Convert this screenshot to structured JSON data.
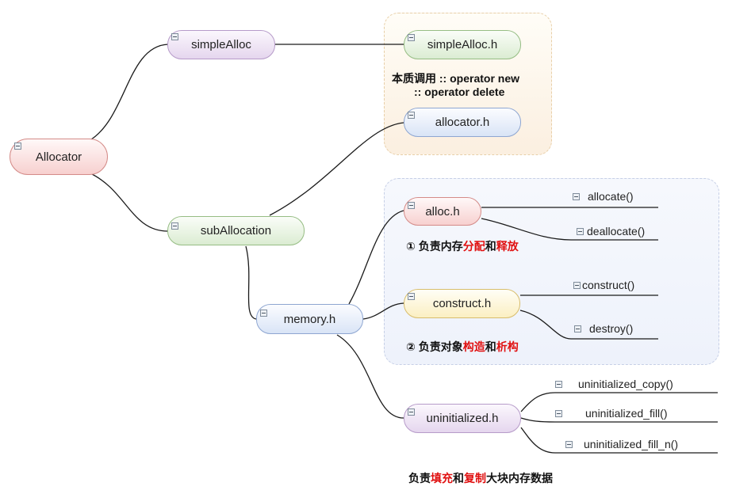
{
  "nodes": {
    "root": "Allocator",
    "simple_alloc": "simpleAlloc",
    "sub_allocation": "subAllocation",
    "simple_alloc_h": "simpleAlloc.h",
    "allocator_h": "allocator.h",
    "memory_h": "memory.h",
    "alloc_h": "alloc.h",
    "construct_h": "construct.h",
    "uninitialized_h": "uninitialized.h"
  },
  "leaves": {
    "allocate": "allocate()",
    "deallocate": "deallocate()",
    "construct": "construct()",
    "destroy": "destroy()",
    "uninitialized_copy": "uninitialized_copy()",
    "uninitialized_fill": "uninitialized_fill()",
    "uninitialized_fill_n": "uninitialized_fill_n()"
  },
  "notes": {
    "operator_line1": "本质调用 :: operator new",
    "operator_line2": ":: operator delete",
    "alloc_note": {
      "prefix": "① 负责内存",
      "hl1": "分配",
      "mid": "和",
      "hl2": "释放"
    },
    "construct_note": {
      "prefix": "② 负责对象",
      "hl1": "构造",
      "mid": "和",
      "hl2": "析构"
    },
    "uninit_note": {
      "prefix": "负责",
      "hl1": "填充",
      "mid": "和",
      "hl2": "复制",
      "suffix": "大块内存数据"
    }
  },
  "colors": {
    "connector": "#1a1a1a",
    "highlight": "#e01010",
    "root_node": "#f7d0cf",
    "purple_node": "#e5d6ee",
    "green_node": "#dbecd2",
    "blue_node": "#d9e4f6",
    "yellow_node": "#fbefc2"
  }
}
